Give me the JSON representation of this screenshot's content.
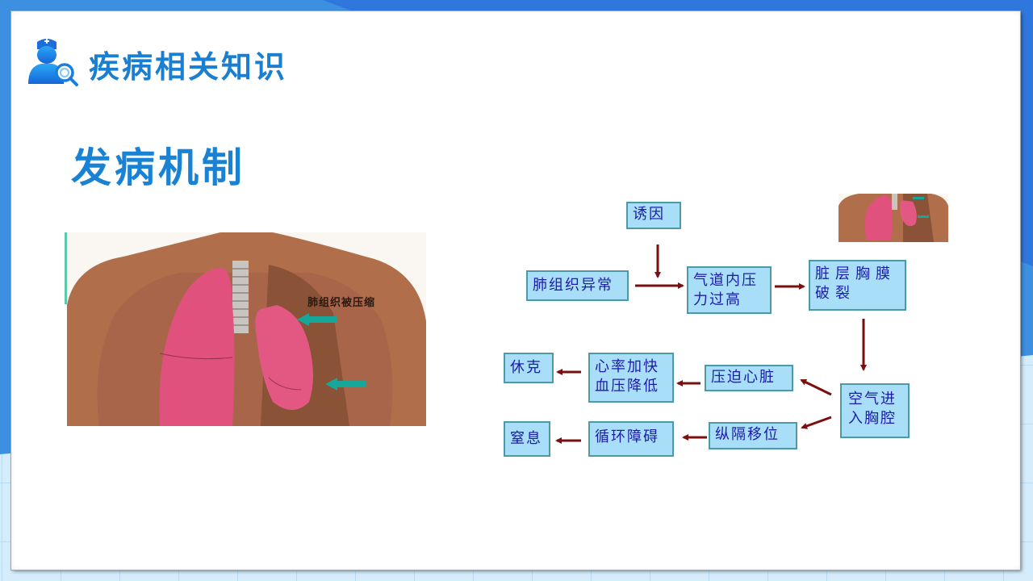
{
  "header": {
    "title": "疾病相关知识",
    "icon": "doctor-search-icon"
  },
  "section": {
    "title": "发病机制"
  },
  "illustration": {
    "label": "肺组织被压缩",
    "description": "chest-lung-pneumothorax-illustration"
  },
  "flowchart": {
    "nodes": {
      "trigger": "诱因",
      "lung_abnormal": "肺组织异常",
      "airway_pressure": "气道内压力过高",
      "pleura_rupture": "脏层胸膜破裂",
      "air_chest": "空气进入胸腔",
      "compress_heart": "压迫心脏",
      "mediastinal_shift": "纵隔移位",
      "hr_bp": "心率加快血压降低",
      "circulation": "循环障碍",
      "shock": "休克",
      "suffocation": "窒息"
    },
    "edges": [
      [
        "trigger",
        "airway_pressure"
      ],
      [
        "lung_abnormal",
        "airway_pressure"
      ],
      [
        "airway_pressure",
        "pleura_rupture"
      ],
      [
        "pleura_rupture",
        "air_chest"
      ],
      [
        "air_chest",
        "compress_heart"
      ],
      [
        "air_chest",
        "mediastinal_shift"
      ],
      [
        "compress_heart",
        "hr_bp"
      ],
      [
        "mediastinal_shift",
        "circulation"
      ],
      [
        "hr_bp",
        "shock"
      ],
      [
        "circulation",
        "suffocation"
      ]
    ],
    "colors": {
      "box_fill": "#a9def9",
      "box_border": "#4c9aa5",
      "text": "#1c1ca8",
      "arrow": "#7a0f0f"
    }
  },
  "theme": {
    "accent": "#1a82d3",
    "background_blue": "#3d8fe0",
    "grid_blue": "#d4ecfb"
  }
}
